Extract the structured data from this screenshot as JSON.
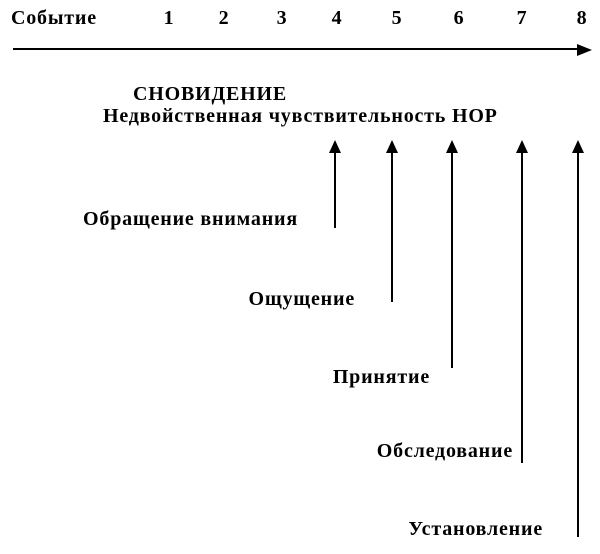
{
  "diagram": {
    "timeline": {
      "axis_label": "Событие",
      "events": [
        "1",
        "2",
        "3",
        "4",
        "5",
        "6",
        "7",
        "8"
      ]
    },
    "heading": {
      "title": "СНОВИДЕНИЕ",
      "subtitle": "Недвойственная чувствительность НОР"
    },
    "stages": [
      {
        "label": "Обращение внимания",
        "event": "4"
      },
      {
        "label": "Ощущение",
        "event": "5"
      },
      {
        "label": "Принятие",
        "event": "6"
      },
      {
        "label": "Обследование",
        "event": "7"
      },
      {
        "label": "Установление",
        "event": "8"
      }
    ],
    "colors": {
      "foreground": "#000000",
      "background": "#ffffff"
    }
  }
}
